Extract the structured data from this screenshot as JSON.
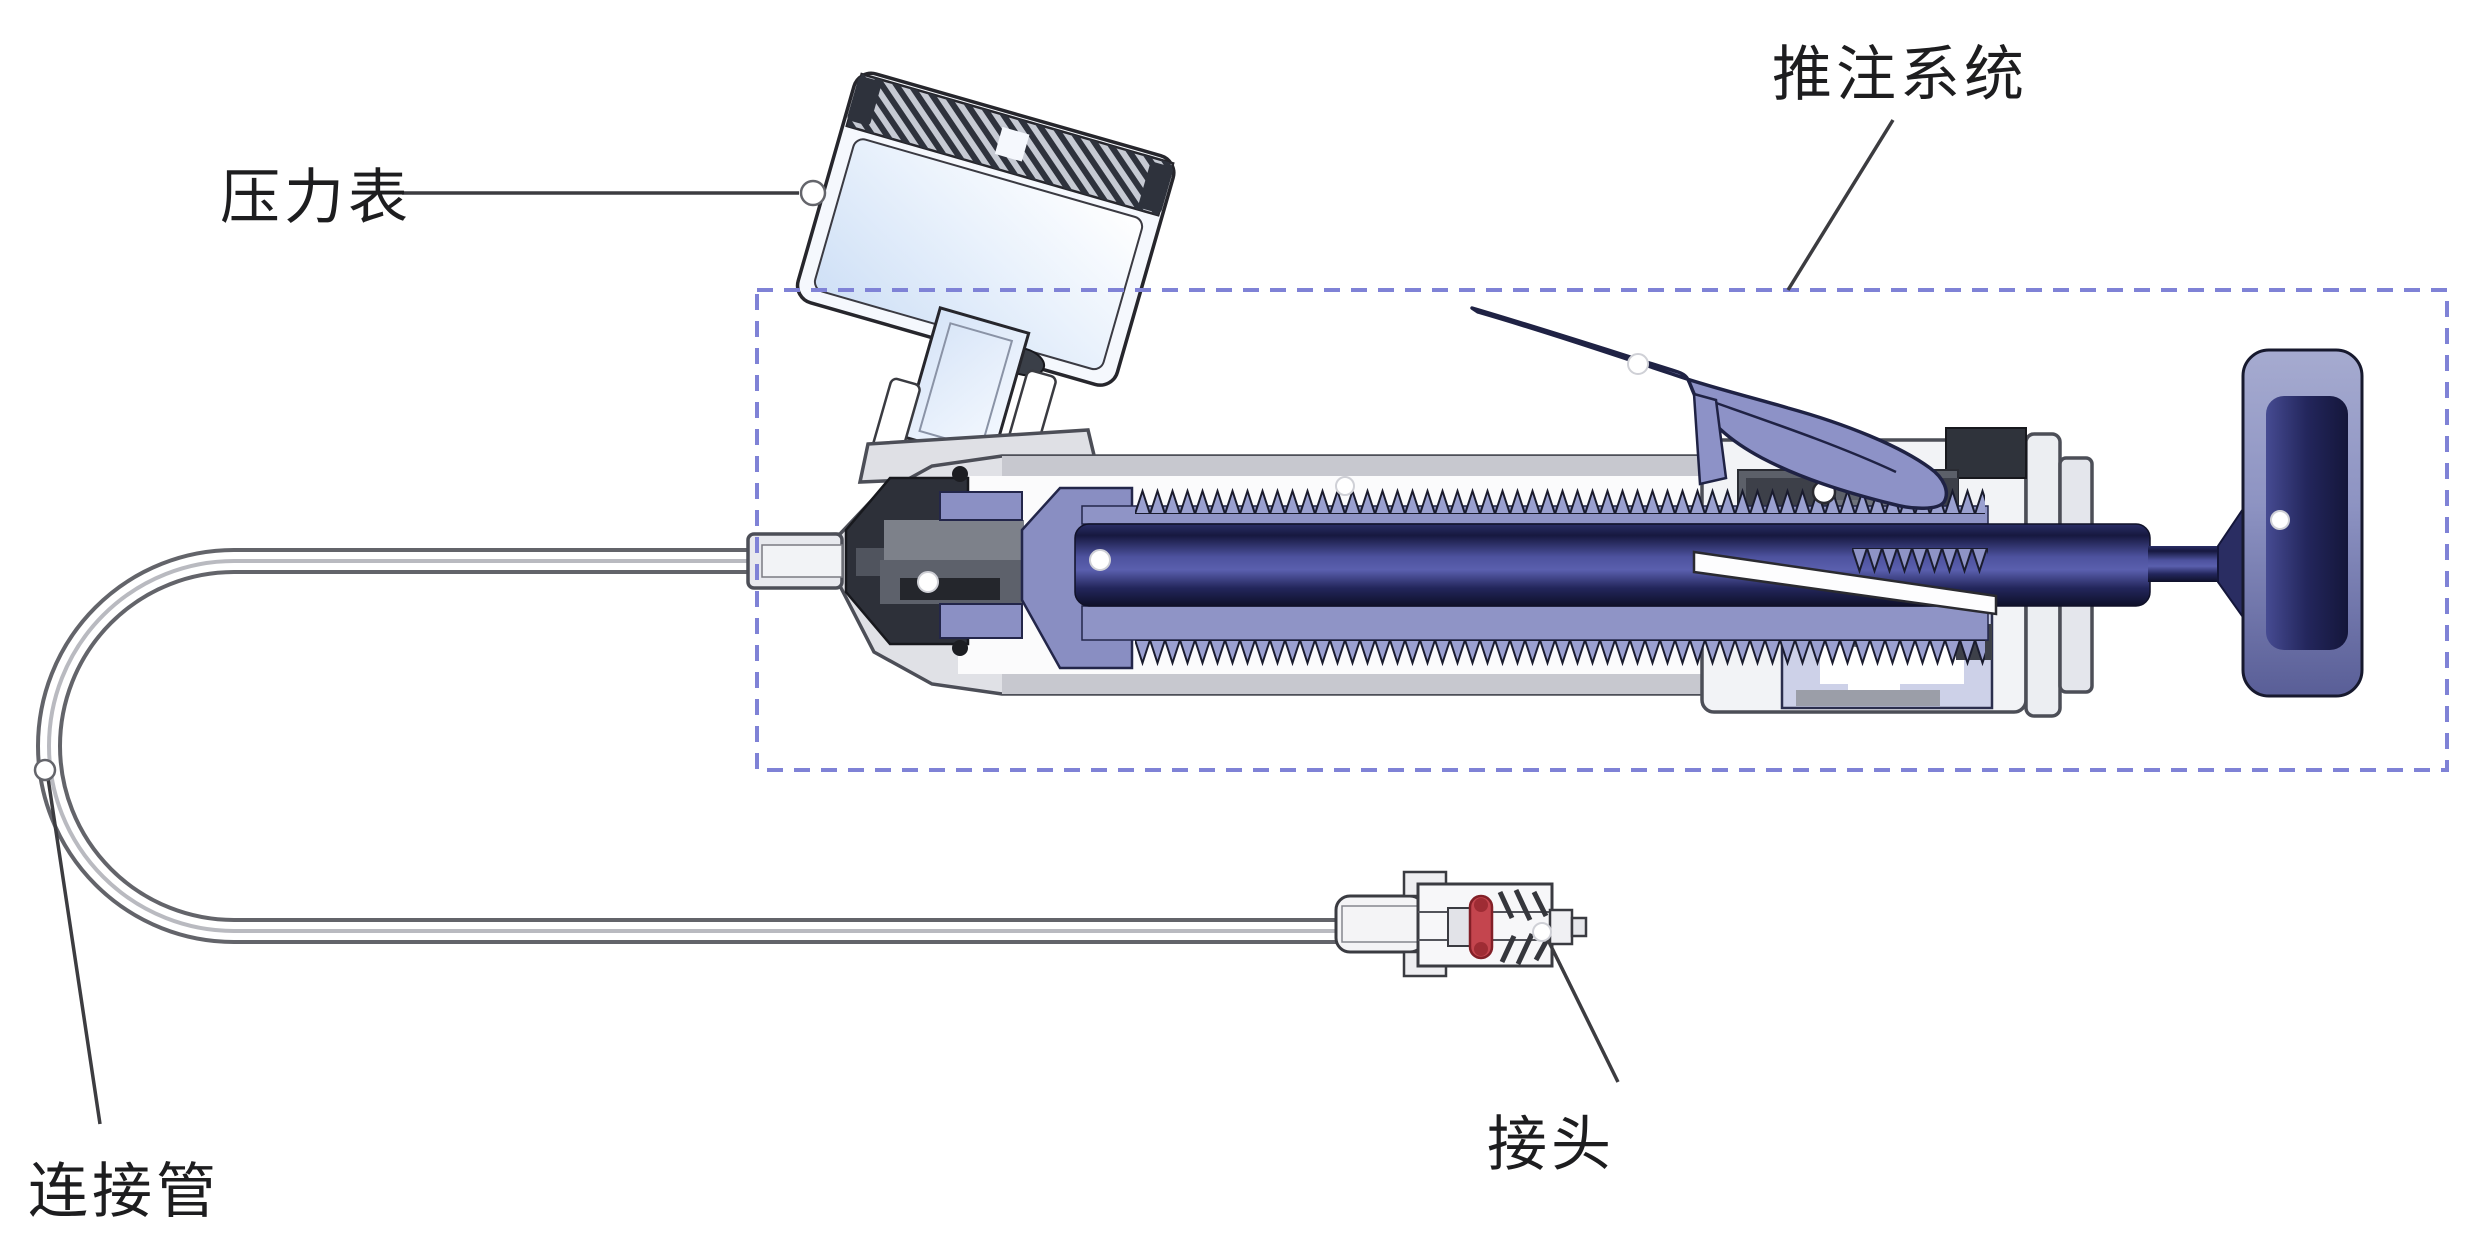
{
  "diagram": {
    "labels": {
      "pressure_gauge": "压力表",
      "injection_system": "推注系统",
      "connecting_tube": "连接管",
      "connector": "接头"
    },
    "colors": {
      "background": "#ffffff",
      "label_text": "#1d1d1f",
      "leader_line": "#3c3c40",
      "dashed_outline": "#7f82d6",
      "lever_purple": "#8d92c7",
      "plunger_sleeve": "#8f94c6",
      "shaft_navy": "#23265c",
      "knob_navy": "#2a2d62",
      "barrel_gray": "#e0e1e6",
      "front_tip_dark": "#2d3039",
      "gauge_face_blue": "#cfe0f6",
      "oring_red": "#c4454e"
    }
  }
}
